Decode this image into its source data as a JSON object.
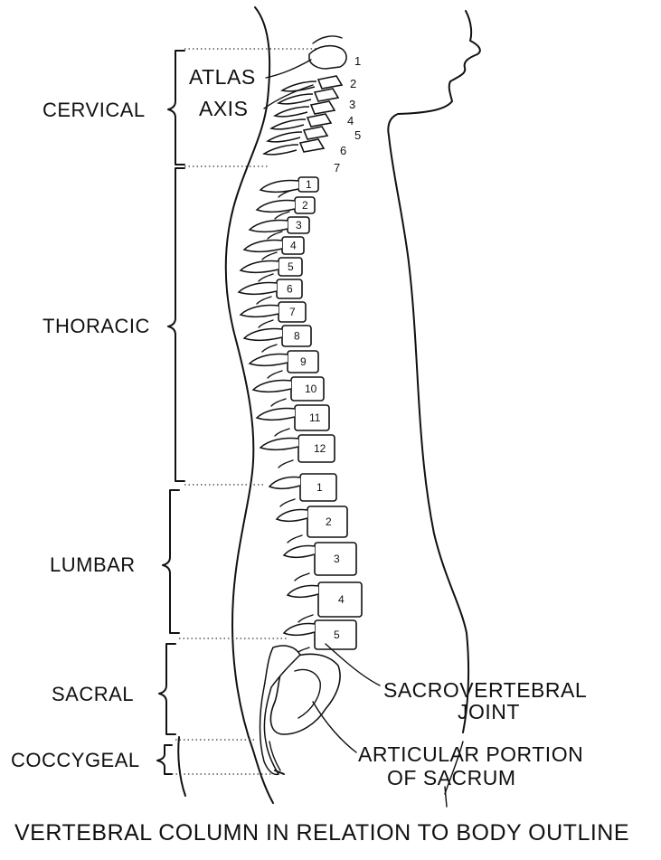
{
  "regions": {
    "cervical": "CERVICAL",
    "thoracic": "THORACIC",
    "lumbar": "LUMBAR",
    "sacral": "SACRAL",
    "coccygeal": "COCCYGEAL"
  },
  "labels": {
    "atlas": "ATLAS",
    "axis": "AXIS",
    "sacrovertebral_1": "SACROVERTEBRAL",
    "sacrovertebral_2": "JOINT",
    "articular_1": "ARTICULAR PORTION",
    "articular_2": "OF SACRUM"
  },
  "cervical_numbers": [
    "1",
    "2",
    "3",
    "4",
    "5",
    "6",
    "7"
  ],
  "thoracic_numbers": [
    "1",
    "2",
    "3",
    "4",
    "5",
    "6",
    "7",
    "8",
    "9",
    "10",
    "11",
    "12"
  ],
  "lumbar_numbers": [
    "1",
    "2",
    "3",
    "4",
    "5"
  ],
  "caption": "VERTEBRAL COLUMN IN RELATION TO BODY OUTLINE"
}
